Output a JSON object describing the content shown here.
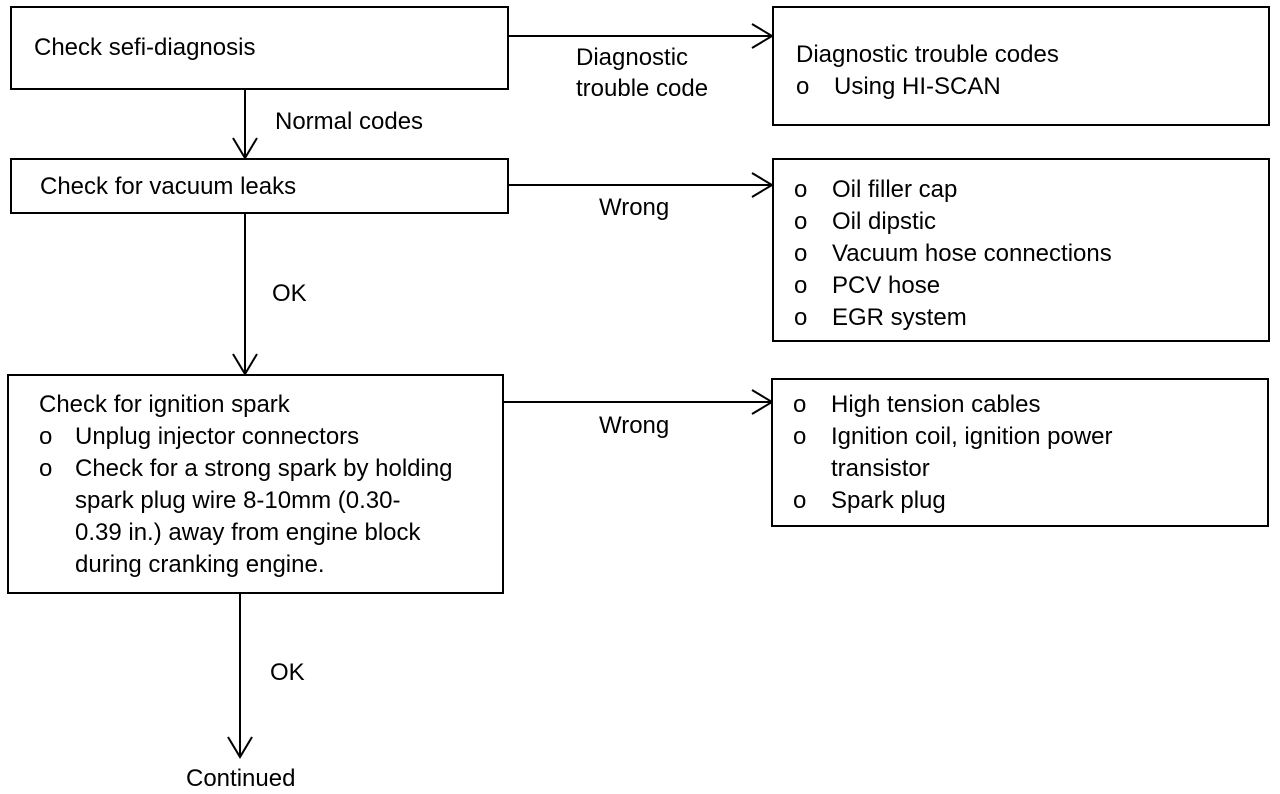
{
  "bullet": "o",
  "steps": [
    {
      "title": "Check sefi-diagnosis"
    },
    {
      "title": "Check for vacuum leaks"
    },
    {
      "title": "Check for ignition spark",
      "items": [
        "Unplug injector connectors",
        [
          "Check for a strong spark by holding",
          "spark plug wire 8-10mm (0.30-",
          "0.39 in.) away from engine block",
          "during cranking engine."
        ]
      ]
    }
  ],
  "results": [
    {
      "title": "Diagnostic trouble codes",
      "items": [
        "Using HI-SCAN"
      ]
    },
    {
      "items": [
        "Oil filler cap",
        "Oil dipstic",
        "Vacuum hose connections",
        "PCV hose",
        "EGR system"
      ]
    },
    {
      "items": [
        "High tension cables",
        [
          "Ignition coil, ignition power",
          "transistor"
        ],
        "Spark plug"
      ]
    }
  ],
  "labels": {
    "diagnostic": [
      "Diagnostic",
      "trouble code"
    ],
    "normal_codes": "Normal codes",
    "wrong": "Wrong",
    "ok": "OK",
    "continued": "Continued"
  }
}
